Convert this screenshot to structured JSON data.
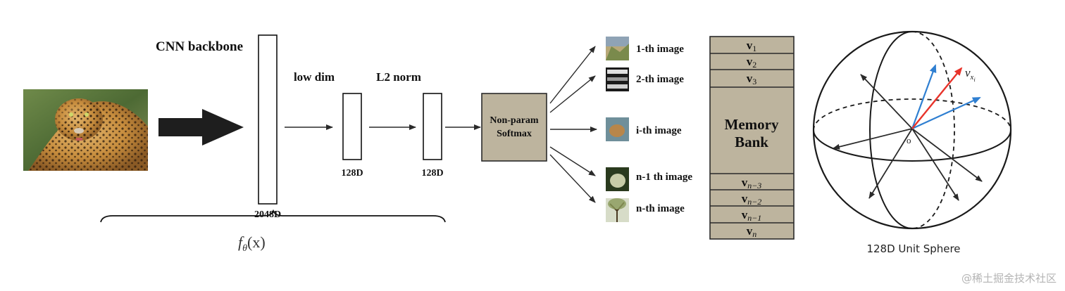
{
  "labels": {
    "cnn_backbone": "CNN backbone",
    "low_dim": "low dim",
    "l2_norm": "L2 norm",
    "dim_2048": "2048D",
    "dim_128_a": "128D",
    "dim_128_b": "128D",
    "f_theta_main": "f",
    "f_theta_sub": "θ",
    "f_theta_arg": "(x)"
  },
  "softmax": {
    "line1": "Non-param",
    "line2": "Softmax"
  },
  "images": [
    {
      "label": "1-th image"
    },
    {
      "label": "2-th image"
    },
    {
      "label": "i-th image"
    },
    {
      "label": "n-1 th image"
    },
    {
      "label": "n-th image"
    }
  ],
  "memory_bank": {
    "title_line1": "Memory",
    "title_line2": "Bank",
    "top_cells": [
      {
        "base": "v",
        "sub": "1"
      },
      {
        "base": "v",
        "sub": "2"
      },
      {
        "base": "v",
        "sub": "3"
      }
    ],
    "bottom_cells": [
      {
        "base": "v",
        "sub": "n−3"
      },
      {
        "base": "v",
        "sub": "n−2"
      },
      {
        "base": "v",
        "sub": "n−1"
      },
      {
        "base": "v",
        "sub": "n"
      }
    ]
  },
  "sphere": {
    "caption": "128D Unit Sphere",
    "origin_label": "o",
    "vector_label_main": "v",
    "vector_label_sub": "x",
    "vector_label_subsub": "i"
  },
  "watermark": "@稀土掘金技术社区",
  "colors": {
    "box_fill": "#bdb49e",
    "line": "#2a2a2a",
    "red_vector": "#e8332a",
    "blue_vector": "#2f7fd1"
  }
}
